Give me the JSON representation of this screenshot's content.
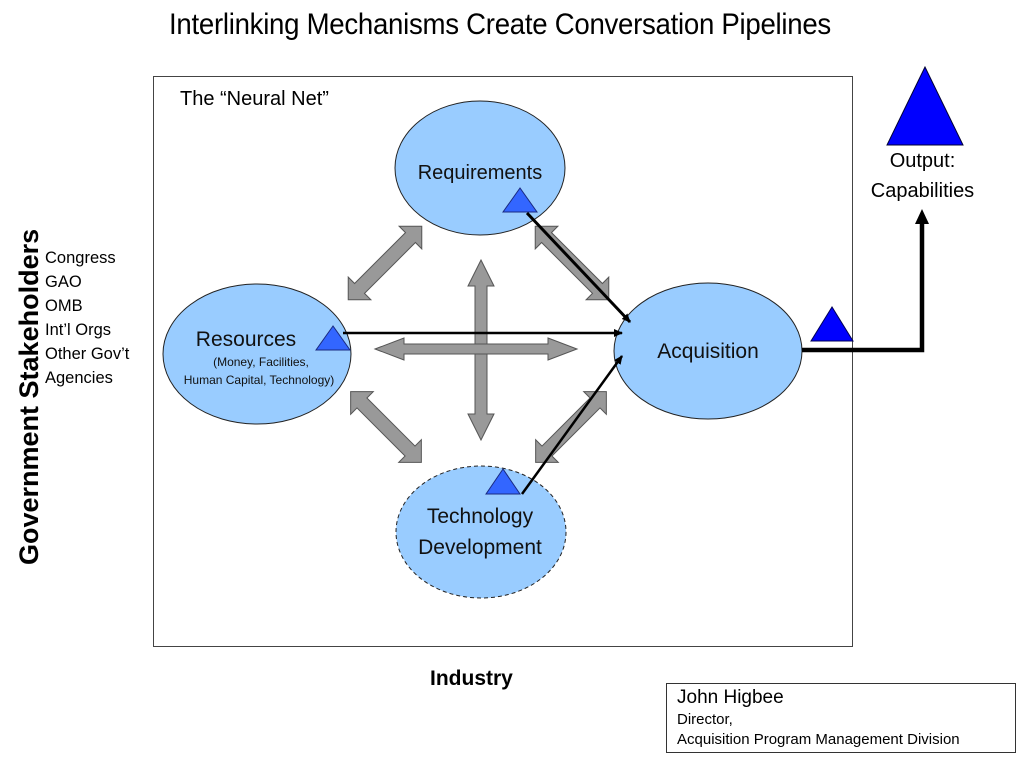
{
  "title": "Interlinking Mechanisms Create Conversation Pipelines",
  "frame_label": "The “Neural Net”",
  "left_axis_label": "Government Stakeholders",
  "stakeholders": [
    "Congress",
    "GAO",
    "OMB",
    "Int’l Orgs",
    "Other Gov’t",
    "Agencies"
  ],
  "bottom_label": "Industry",
  "nodes": {
    "requirements": {
      "label": "Requirements"
    },
    "resources": {
      "label": "Resources",
      "sub1": "(Money, Facilities,",
      "sub2": "Human Capital, Technology)"
    },
    "acquisition": {
      "label": "Acquisition"
    },
    "technology": {
      "label1": "Technology",
      "label2": "Development"
    }
  },
  "output": {
    "line1": "Output:",
    "line2": "Capabilities"
  },
  "author": {
    "name": "John Higbee",
    "role": "Director,",
    "dept": "Acquisition Program Management Division"
  },
  "colors": {
    "node_fill": "#99CCFF",
    "triangle_small": "#3366FF",
    "triangle_big": "#0000FF",
    "gray_arrow": "#999999"
  }
}
